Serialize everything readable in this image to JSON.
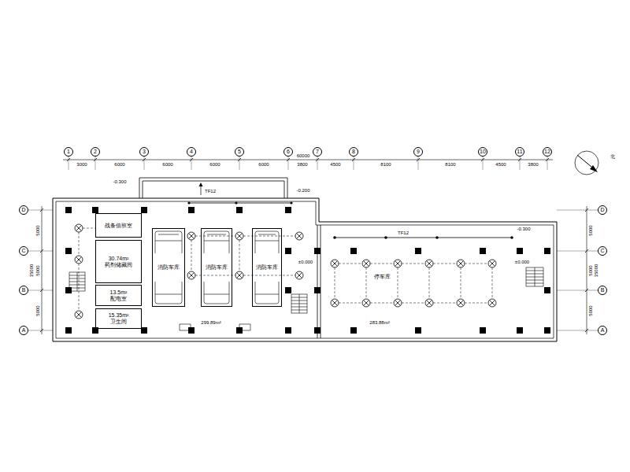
{
  "diagram": {
    "nodes": [
      {
        "text": [
          "1"
        ]
      },
      {
        "text": [
          "2"
        ]
      },
      {
        "text": [
          "3"
        ]
      },
      {
        "text": [
          "4"
        ]
      },
      {
        "text": [
          "5"
        ]
      },
      {
        "text": [
          "6"
        ]
      },
      {
        "text": [
          "7"
        ]
      },
      {
        "text": [
          "8"
        ]
      },
      {
        "text": [
          "9"
        ]
      },
      {
        "text": [
          "10"
        ]
      },
      {
        "text": [
          "11"
        ]
      },
      {
        "text": [
          "12"
        ]
      },
      {
        "text": [
          "D"
        ]
      },
      {
        "text": [
          "C"
        ]
      },
      {
        "text": [
          "B"
        ]
      },
      {
        "text": [
          "A"
        ]
      },
      {
        "text": [
          "D"
        ]
      },
      {
        "text": [
          "C"
        ]
      },
      {
        "text": [
          "B"
        ]
      },
      {
        "text": [
          "A"
        ]
      },
      {
        "text": [
          "战备值班室"
        ]
      },
      {
        "text": [
          "30.74m²",
          "药剂储藏间"
        ]
      },
      {
        "text": [
          "13.5m²",
          "配电室"
        ]
      },
      {
        "text": [
          "15.35m²",
          "卫生间"
        ]
      },
      {
        "text": [
          "消防车库"
        ]
      },
      {
        "text": [
          "消防车库"
        ]
      },
      {
        "text": [
          "消防车库"
        ]
      }
    ],
    "labels": [
      "3000",
      "6000",
      "6000",
      "6000",
      "6000",
      "3800",
      "4500",
      "8100",
      "8100",
      "4500",
      "3800",
      "60000",
      "5000",
      "5000",
      "5000",
      "15000",
      "5000",
      "5000",
      "5000",
      "15000",
      "-0.300",
      "-0.200",
      "-0.300",
      "TF12",
      "TF12",
      "299.89m²",
      "283.88m²",
      "北",
      "停车库",
      "±0.000",
      "±0.000"
    ]
  }
}
